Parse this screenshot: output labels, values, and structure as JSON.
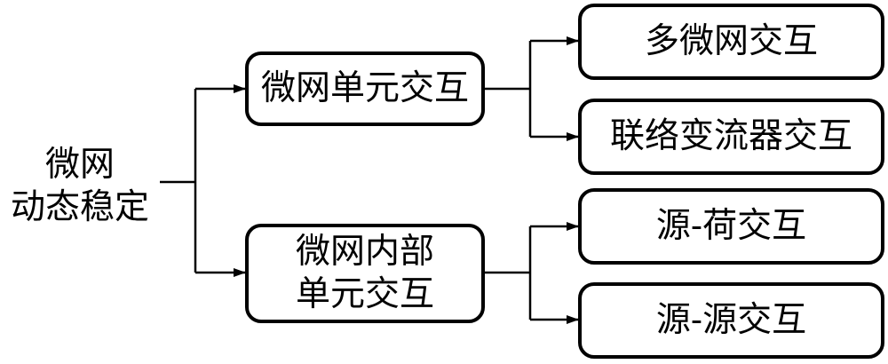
{
  "root": {
    "line1": "微网",
    "line2": "动态稳定"
  },
  "level1": [
    {
      "id": "microgrid-unit-interaction",
      "label": "微网单元交互"
    },
    {
      "id": "microgrid-internal-unit-interaction",
      "line1": "微网内部",
      "line2": "单元交互"
    }
  ],
  "level2": [
    {
      "id": "multi-microgrid-interaction",
      "label": "多微网交互"
    },
    {
      "id": "tie-converter-interaction",
      "label": "联络变流器交互"
    },
    {
      "id": "source-load-interaction",
      "label": "源-荷交互"
    },
    {
      "id": "source-source-interaction",
      "label": "源-源交互"
    }
  ],
  "colors": {
    "line": "#000000",
    "box_border": "#000000",
    "background": "#ffffff"
  }
}
